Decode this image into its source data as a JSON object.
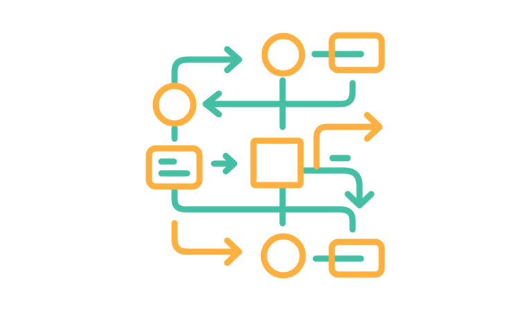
{
  "diagram": {
    "icon": "workflow-flowchart-icon",
    "colors": {
      "background": "#ffffff",
      "orange": "#FBB040",
      "teal": "#45BFA4"
    },
    "nodes": [
      {
        "id": "circle-top",
        "shape": "circle"
      },
      {
        "id": "rect-top",
        "shape": "rounded-rectangle"
      },
      {
        "id": "circle-left",
        "shape": "circle"
      },
      {
        "id": "rect-left",
        "shape": "rounded-rectangle"
      },
      {
        "id": "square-center",
        "shape": "square"
      },
      {
        "id": "circle-bottom",
        "shape": "circle"
      },
      {
        "id": "rect-bottom",
        "shape": "rounded-rectangle"
      }
    ],
    "connectors": [
      {
        "from": "circle-left",
        "to": "circle-top",
        "color": "teal",
        "arrow": true
      },
      {
        "from": "rect-top",
        "to": "circle-left",
        "color": "teal",
        "arrow": true
      },
      {
        "from": "rect-left",
        "to": "square-center",
        "color": "teal",
        "arrow": true
      },
      {
        "from": "square-center",
        "to": "right",
        "color": "orange",
        "arrow": true
      },
      {
        "from": "square-center",
        "to": "down-right",
        "color": "teal",
        "arrow": true
      },
      {
        "from": "rect-left",
        "to": "circle-bottom",
        "color": "orange",
        "arrow": true
      },
      {
        "from": "rect-left",
        "to": "rect-bottom",
        "color": "teal",
        "arrow": false
      }
    ]
  }
}
